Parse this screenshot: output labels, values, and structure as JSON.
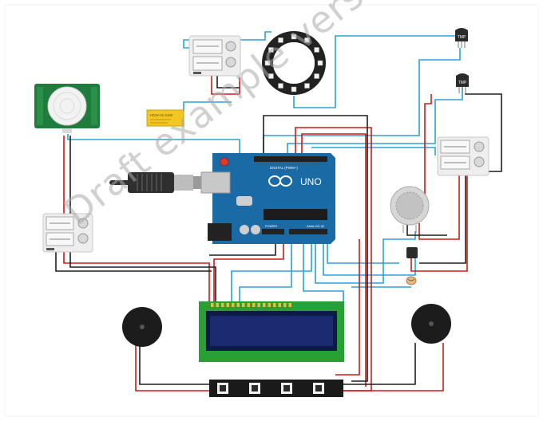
{
  "watermark": "Draft example version only",
  "arduino": {
    "brand": "UNO",
    "digital_label": "DIGITAL (PWM~)",
    "analog_label": "ANALOG IN",
    "power_label": "POWER"
  },
  "relay_label": "HDW-02-S2W",
  "tmp_label_1": "TMP",
  "tmp_label_2": "TMP",
  "colors": {
    "wire_red": "#d01818",
    "wire_blue": "#2aa2d8",
    "wire_black": "#1e1e1e",
    "board": "#1a6aa6",
    "pir": "#1f7c3c",
    "lcd_frame": "#29a036",
    "lcd_screen": "#1c2a72"
  }
}
